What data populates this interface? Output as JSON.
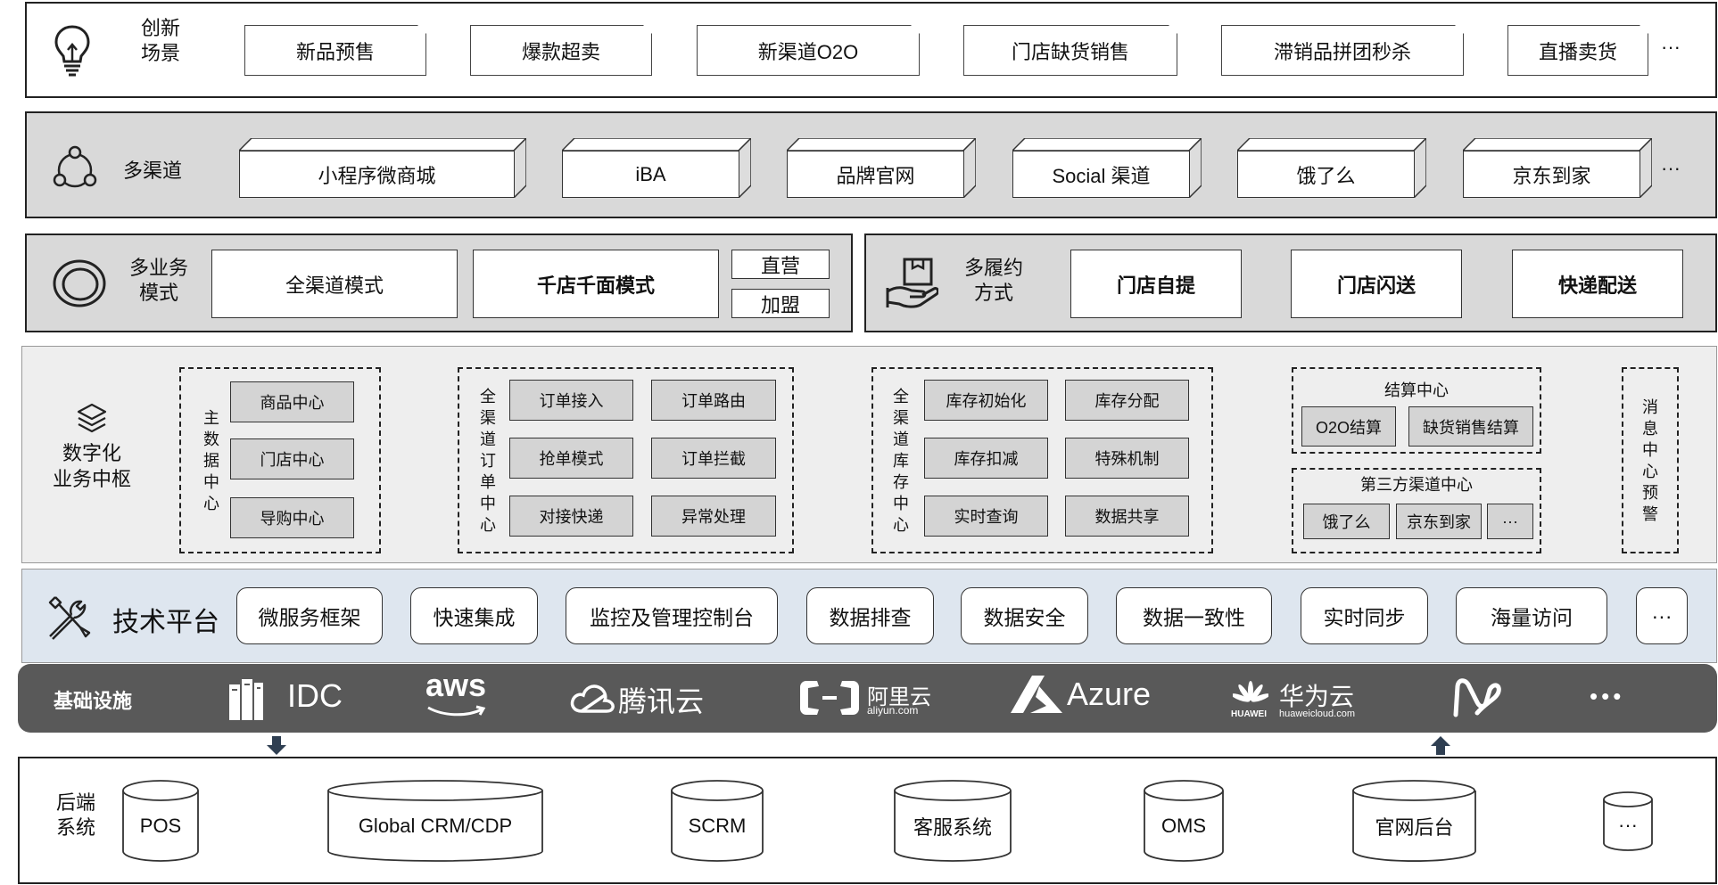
{
  "scenes": {
    "title": [
      "创新",
      "场景"
    ],
    "items": [
      "新品预售",
      "爆款超卖",
      "新渠道O2O",
      "门店缺货销售",
      "滞销品拼团秒杀",
      "直播卖货"
    ],
    "more": "···"
  },
  "channels": {
    "title": "多渠道",
    "items": [
      "小程序微商城",
      "iBA",
      "品牌官网",
      "Social 渠道",
      "饿了么",
      "京东到家"
    ],
    "more": "···"
  },
  "business_modes": {
    "title": [
      "多业务",
      "模式"
    ],
    "items": [
      "全渠道模式",
      "千店千面模式"
    ],
    "sub_items": [
      "直营",
      "加盟"
    ]
  },
  "fulfillment": {
    "title": [
      "多履约",
      "方式"
    ],
    "items": [
      "门店自提",
      "门店闪送",
      "快递配送"
    ]
  },
  "digital_hub": {
    "title": [
      "数字化",
      "业务中枢"
    ],
    "master_data": {
      "label": "主数据中心",
      "items": [
        "商品中心",
        "门店中心",
        "导购中心"
      ]
    },
    "order_center": {
      "label": "全渠道订单中心",
      "items": [
        "订单接入",
        "订单路由",
        "抢单模式",
        "订单拦截",
        "对接快递",
        "异常处理"
      ]
    },
    "inventory_center": {
      "label": "全渠道库存中心",
      "items": [
        "库存初始化",
        "库存分配",
        "库存扣减",
        "特殊机制",
        "实时查询",
        "数据共享"
      ]
    },
    "settlement": {
      "label": "结算中心",
      "items": [
        "O2O结算",
        "缺货销售结算"
      ]
    },
    "third_party": {
      "label": "第三方渠道中心",
      "items": [
        "饿了么",
        "京东到家",
        "···"
      ]
    },
    "message": {
      "label": "消息中心预警"
    }
  },
  "tech_platform": {
    "title": "技术平台",
    "items": [
      "微服务框架",
      "快速集成",
      "监控及管理控制台",
      "数据排查",
      "数据安全",
      "数据一致性",
      "实时同步",
      "海量访问",
      "···"
    ]
  },
  "infrastructure": {
    "title": "基础设施",
    "logos": {
      "idc": "IDC",
      "aws": "aws",
      "tencent": "腾讯云",
      "aliyun": "阿里云",
      "aliyun_url": "aliyun.com",
      "azure": "Azure",
      "huawei": "华为云",
      "huawei_brand": "HUAWEI",
      "huawei_url": "huaweicloud.com",
      "more": "•••"
    }
  },
  "backend": {
    "title": [
      "后端",
      "系统"
    ],
    "items": [
      "POS",
      "Global CRM/CDP",
      "SCRM",
      "客服系统",
      "OMS",
      "官网后台",
      "···"
    ]
  }
}
